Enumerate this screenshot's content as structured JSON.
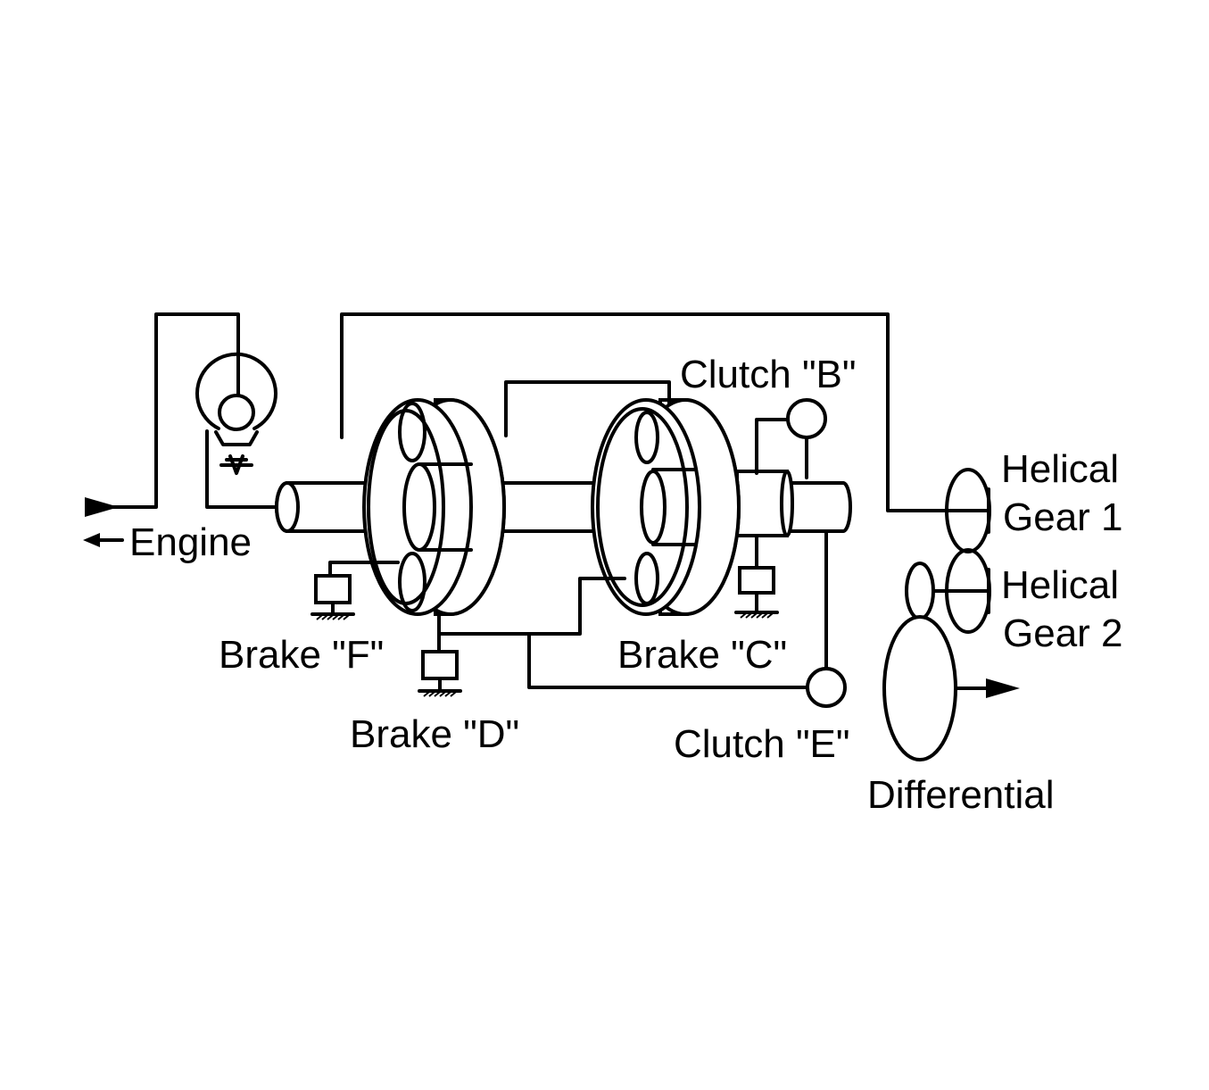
{
  "diagram": {
    "labels": {
      "engine": "Engine",
      "clutch_b": "Clutch \"B\"",
      "clutch_e": "Clutch \"E\"",
      "brake_f": "Brake \"F\"",
      "brake_d": "Brake \"D\"",
      "brake_c": "Brake \"C\"",
      "helical_gear_1_line1": "Helical",
      "helical_gear_1_line2": "Gear 1",
      "helical_gear_2_line1": "Helical",
      "helical_gear_2_line2": "Gear 2",
      "differential": "Differential"
    },
    "colors": {
      "stroke": "#000000",
      "background": "#ffffff"
    }
  }
}
